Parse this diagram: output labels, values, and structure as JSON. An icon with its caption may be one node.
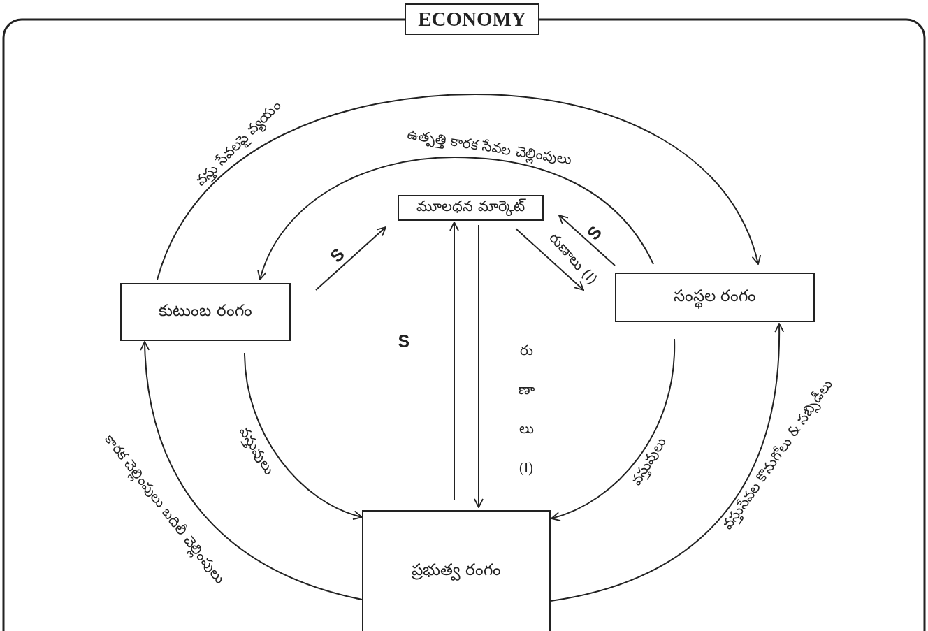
{
  "diagram": {
    "title": "ECONOMY",
    "nodes": [
      {
        "text": [
          "కుటుంబ రంగం"
        ]
      },
      {
        "text": [
          "మూలధన మార్కెట్"
        ]
      },
      {
        "text": [
          "సంస్థల రంగం"
        ]
      },
      {
        "text": [
          "ప్రభుత్వ రంగం"
        ]
      }
    ],
    "edges": [
      {
        "from": 0,
        "to": 2,
        "arrow": "to",
        "label": "వస్తు సేవలపై వ్యయం"
      },
      {
        "from": 2,
        "to": 0,
        "arrow": "to",
        "label": "ఉత్పత్తి కారక సేవల చెల్లింపులు"
      },
      {
        "from": 0,
        "to": 1,
        "arrow": "to",
        "label": "S"
      },
      {
        "from": 2,
        "to": 1,
        "arrow": "to",
        "label": "S"
      },
      {
        "from": 1,
        "to": 2,
        "arrow": "to",
        "label": "రుణాలు (I)"
      },
      {
        "from": 3,
        "to": 1,
        "arrow": "to",
        "label": "S"
      },
      {
        "from": 1,
        "to": 3,
        "arrow": "to",
        "label": "రుణాలు (I)"
      },
      {
        "from": 0,
        "to": 3,
        "arrow": "to",
        "label": "వస్తువులు"
      },
      {
        "from": 2,
        "to": 3,
        "arrow": "to",
        "label": "వస్తువులు"
      },
      {
        "from": 3,
        "to": 0,
        "arrow": "to",
        "label": "కారక చెల్లింపులు బదిలీ చెల్లింపులు"
      },
      {
        "from": 3,
        "to": 2,
        "arrow": "to",
        "label": "వస్తుసేవల కొనుగోలు & సబ్సిడీలు"
      }
    ]
  }
}
